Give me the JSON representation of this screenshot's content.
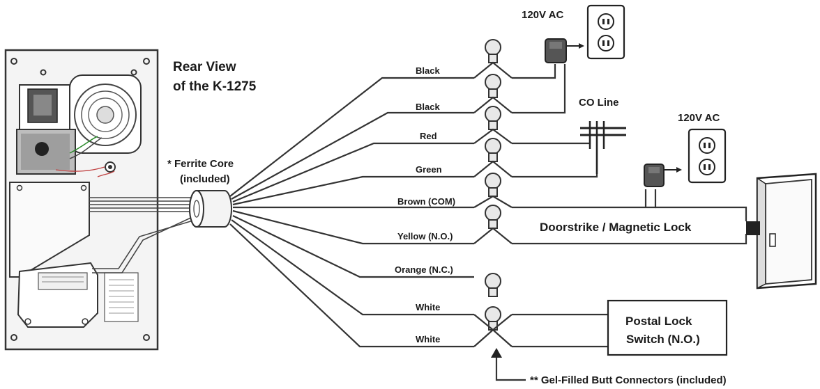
{
  "title": {
    "line1": "Rear View",
    "line2": "of the K-1275"
  },
  "ferrite": {
    "line1": "* Ferrite Core",
    "line2": "(included)"
  },
  "wires": [
    {
      "id": "black-1",
      "label": "Black"
    },
    {
      "id": "black-2",
      "label": "Black"
    },
    {
      "id": "red",
      "label": "Red"
    },
    {
      "id": "green",
      "label": "Green"
    },
    {
      "id": "brown",
      "label": "Brown (COM)"
    },
    {
      "id": "yellow",
      "label": "Yellow (N.O.)"
    },
    {
      "id": "orange",
      "label": "Orange (N.C.)"
    },
    {
      "id": "white-1",
      "label": "White"
    },
    {
      "id": "white-2",
      "label": "White"
    }
  ],
  "power_top": "120V AC",
  "power_right": "120V AC",
  "co_line": "CO Line",
  "doorstrike": "Doorstrike / Magnetic Lock",
  "postal_lock": {
    "line1": "Postal Lock",
    "line2": "Switch (N.O.)"
  },
  "butt_connectors": "** Gel-Filled Butt Connectors (included)"
}
